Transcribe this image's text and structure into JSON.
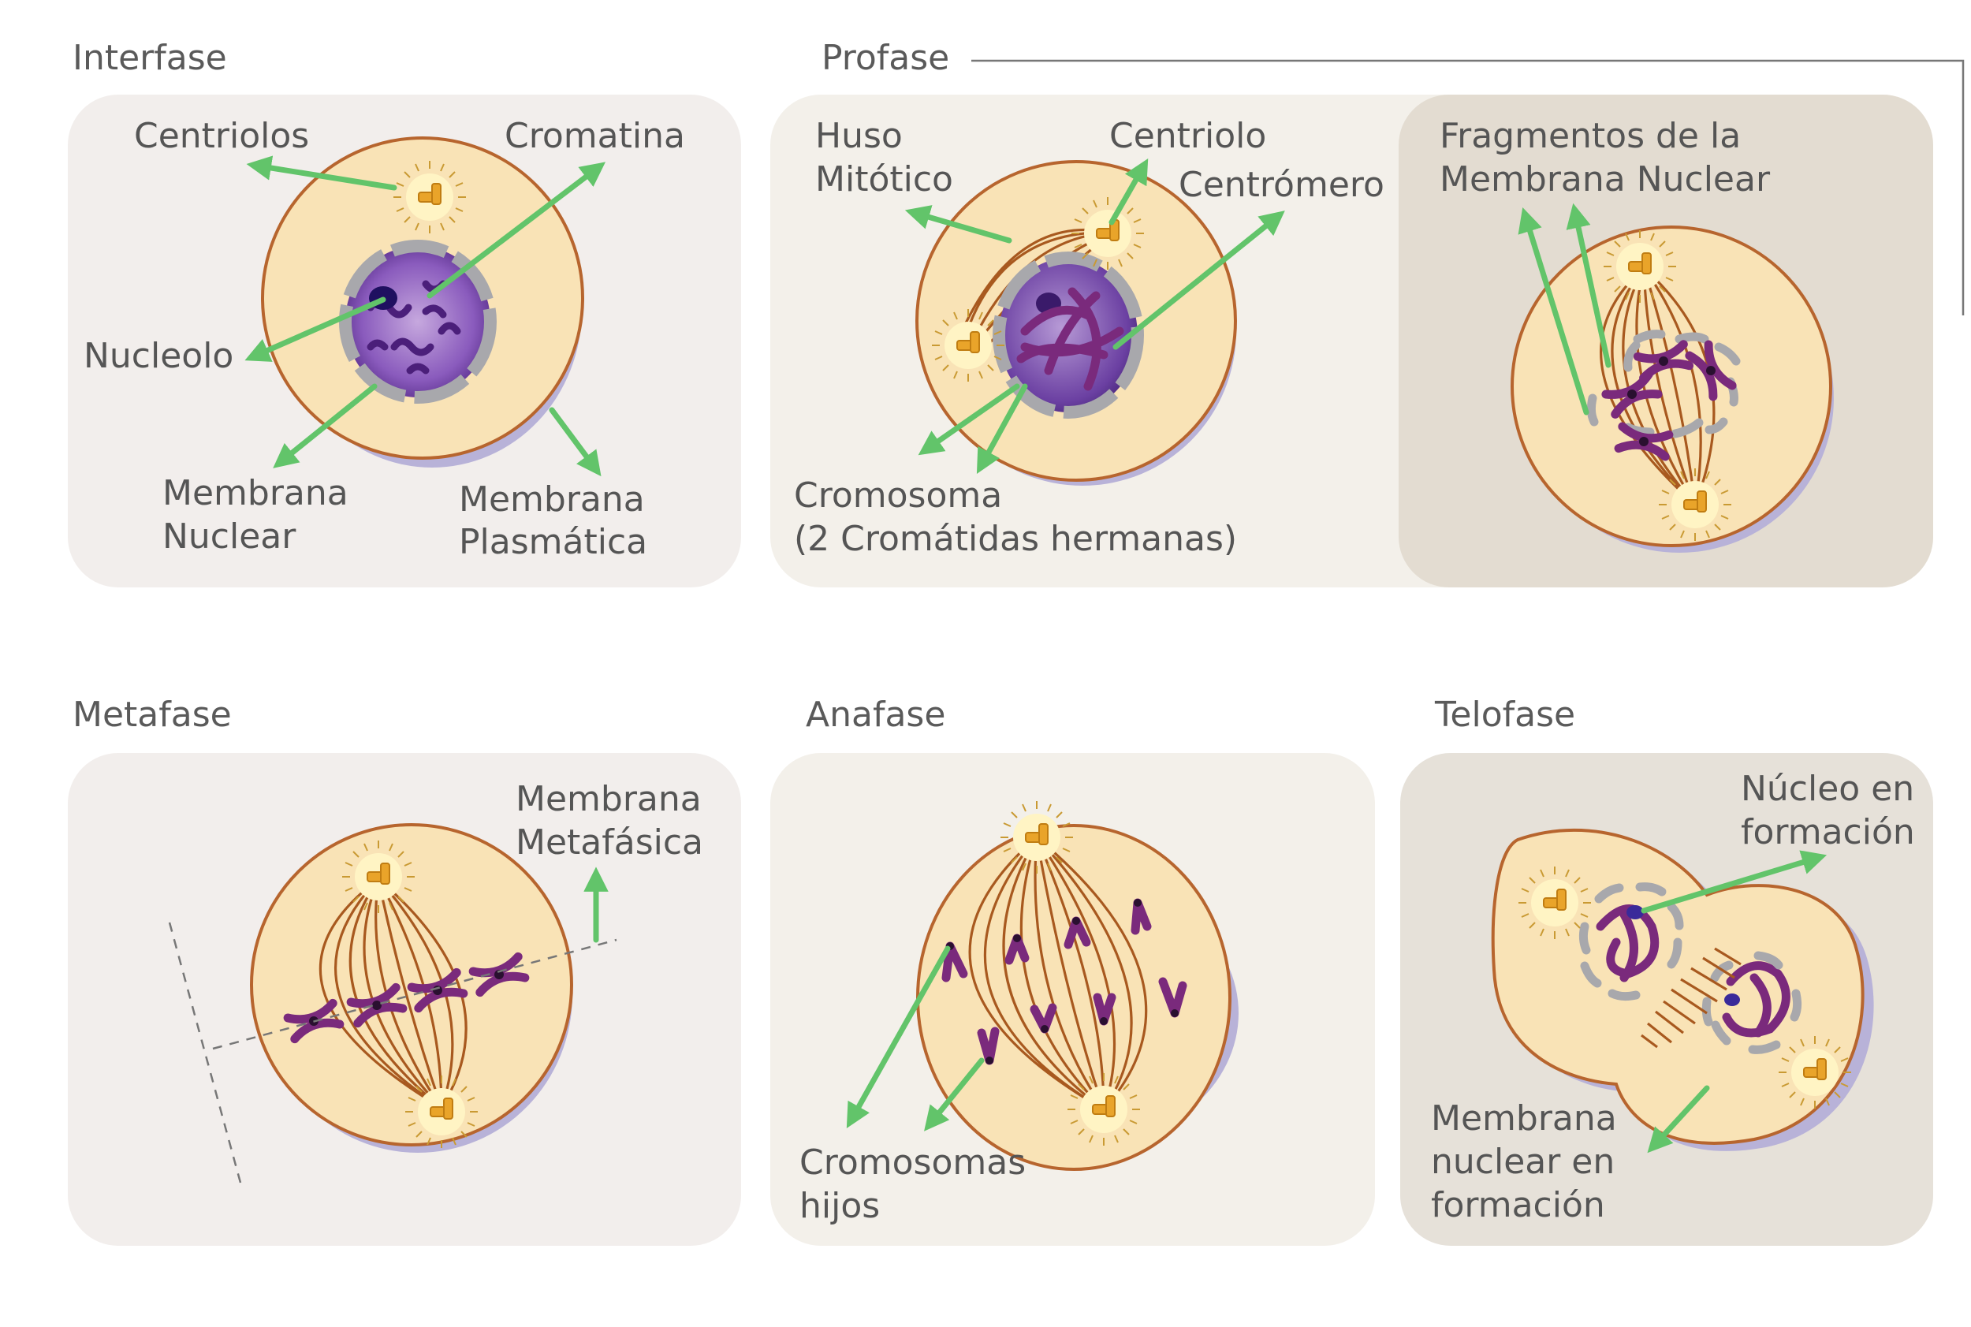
{
  "headings": {
    "interfase": "Interfase",
    "profase": "Profase",
    "metafase": "Metafase",
    "anafase": "Anafase",
    "telofase": "Telofase"
  },
  "labels": {
    "interfase": {
      "centriolos": "Centriolos",
      "cromatina": "Cromatina",
      "nucleolo": "Nucleolo",
      "membrana_nuclear_1": "Membrana",
      "membrana_nuclear_2": "Nuclear",
      "membrana_plasmatica_1": "Membrana",
      "membrana_plasmatica_2": "Plasmática"
    },
    "profase": {
      "huso_1": "Huso",
      "huso_2": "Mitótico",
      "centriolo": "Centriolo",
      "centromero": "Centrómero",
      "cromosoma_1": "Cromosoma",
      "cromosoma_2": "(2 Cromátidas hermanas)",
      "fragmentos_1": "Fragmentos de la",
      "fragmentos_2": "Membrana Nuclear"
    },
    "metafase": {
      "placa_1": "Membrana",
      "placa_2": "Metafásica"
    },
    "anafase": {
      "hijos_1": "Cromosomas",
      "hijos_2": "hijos"
    },
    "telofase": {
      "nucleo_1": "Núcleo en",
      "nucleo_2": "formación",
      "membrana_1": "Membrana",
      "membrana_2": "nuclear en",
      "membrana_3": "formación"
    }
  },
  "colors": {
    "panel_light": "#f2eeec",
    "panel_mid": "#f3f0ea",
    "panel_dark": "#e3dcd1",
    "cell_fill": "#f9e3b6",
    "cell_stroke": "#b7652e",
    "chromosome": "#7a2a7c",
    "arrow": "#62c46a",
    "centriole": "#e9a42a"
  }
}
